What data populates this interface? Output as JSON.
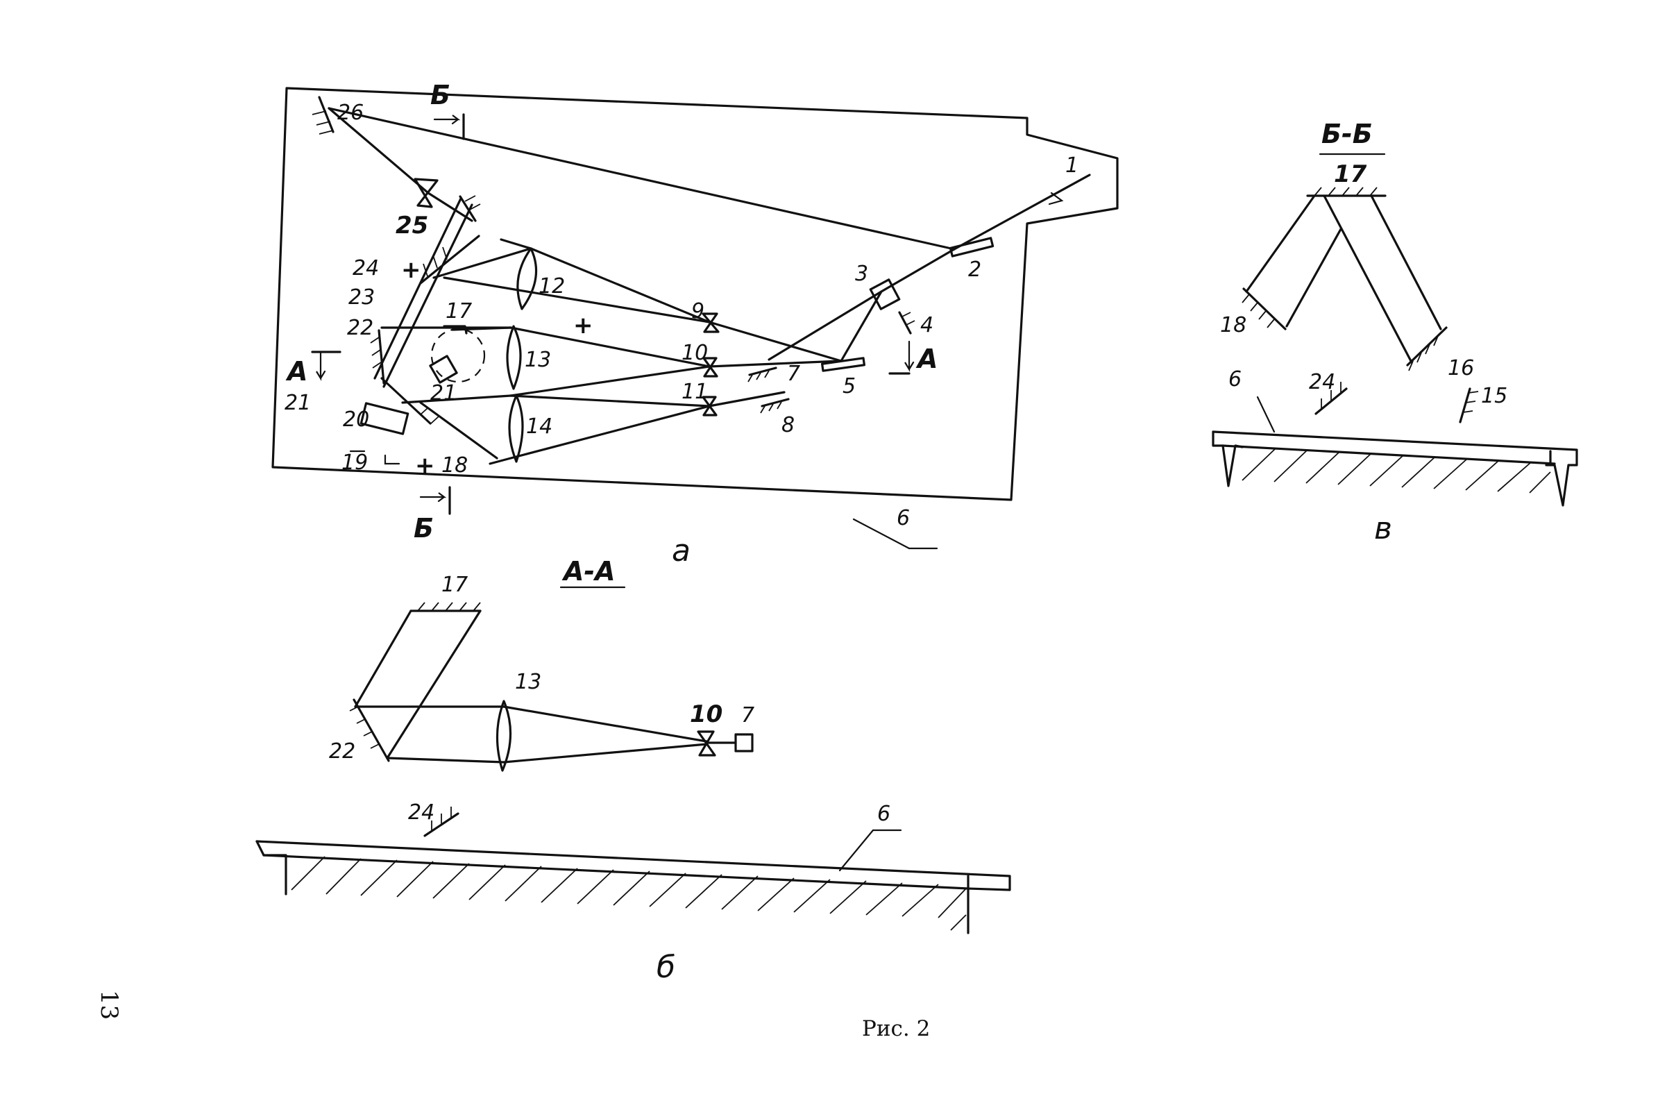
{
  "figure": {
    "caption": "Рис. 2",
    "page_number": "13"
  },
  "view_a": {
    "view_label": "а",
    "section_aa_mark": "А",
    "section_bb_mark": "Б",
    "labels": {
      "n1": "1",
      "n2": "2",
      "n3": "3",
      "n4": "4",
      "n5": "5",
      "n6": "6",
      "n7": "7",
      "n8": "8",
      "n9": "9",
      "n10": "10",
      "n11": "11",
      "n12": "12",
      "n13": "13",
      "n14": "14",
      "n17": "17",
      "n18": "18",
      "n19": "19",
      "n20": "20",
      "n21a": "21",
      "n21b": "21",
      "n22": "22",
      "n23": "23",
      "n24": "24",
      "n25": "25",
      "n26": "26"
    },
    "plus_sign": "+"
  },
  "view_b": {
    "view_label": "б",
    "section_title": "А-А",
    "labels": {
      "n17": "17",
      "n13": "13",
      "n10": "10",
      "n7": "7",
      "n22": "22",
      "n24": "24",
      "n6": "6"
    }
  },
  "view_v": {
    "view_label": "в",
    "section_title": "Б-Б",
    "labels": {
      "n17": "17",
      "n18": "18",
      "n16": "16",
      "n6": "6",
      "n24": "24",
      "n15": "15"
    }
  }
}
